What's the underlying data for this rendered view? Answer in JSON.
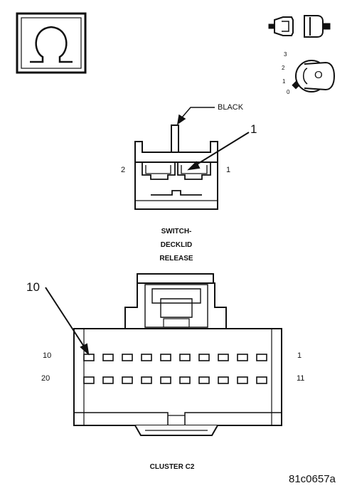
{
  "switch": {
    "wire_color": "BLACK",
    "callout": "1",
    "pin_left": "2",
    "pin_right": "1",
    "title_line1": "SWITCH-",
    "title_line2": "DECKLID",
    "title_line3": "RELEASE"
  },
  "cluster": {
    "callout": "10",
    "row1_left": "10",
    "row1_right": "1",
    "row2_left": "20",
    "row2_right": "11",
    "title": "CLUSTER C2"
  },
  "ignition_icon": {
    "positions": [
      "3",
      "2",
      "1",
      "0"
    ],
    "key_letter": "O"
  },
  "figure_id": "81c0657a",
  "icons": [
    "ohm-resistance-icon",
    "connector-disconnect-icon",
    "ignition-key-off-icon"
  ]
}
